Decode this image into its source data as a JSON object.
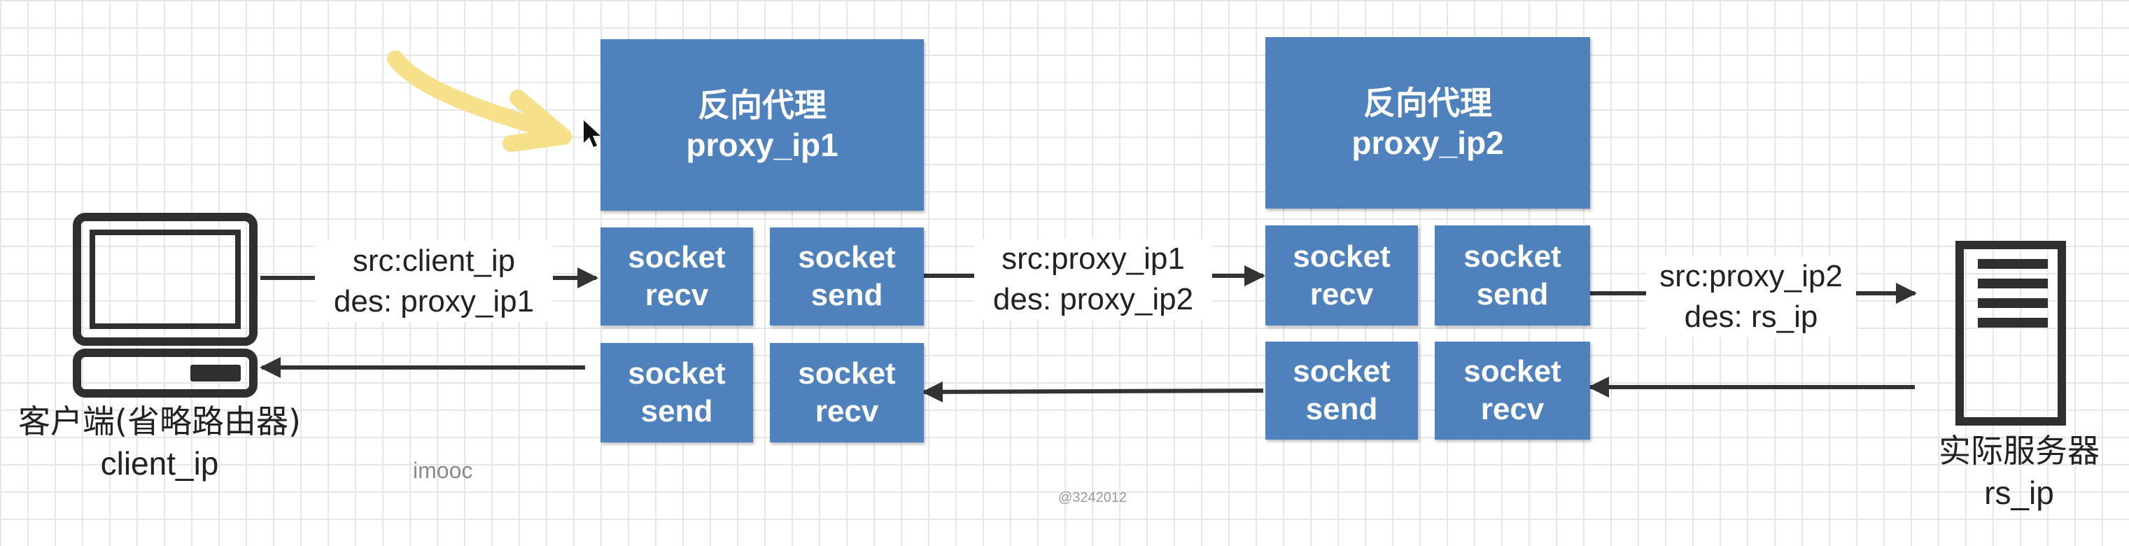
{
  "proxy1": {
    "title": "反向代理",
    "ip": "proxy_ip1"
  },
  "proxy2": {
    "title": "反向代理",
    "ip": "proxy_ip2"
  },
  "sockets": {
    "p1_recv_top": [
      "socket",
      "recv"
    ],
    "p1_send_top": [
      "socket",
      "send"
    ],
    "p1_send_bottom": [
      "socket",
      "send"
    ],
    "p1_recv_bottom": [
      "socket",
      "recv"
    ],
    "p2_recv_top": [
      "socket",
      "recv"
    ],
    "p2_send_top": [
      "socket",
      "send"
    ],
    "p2_send_bottom": [
      "socket",
      "send"
    ],
    "p2_recv_bottom": [
      "socket",
      "recv"
    ]
  },
  "labels": {
    "hop1": [
      "src:client_ip",
      "des: proxy_ip1"
    ],
    "hop2": [
      "src:proxy_ip1",
      "des: proxy_ip2"
    ],
    "hop3": [
      "src:proxy_ip2",
      "des: rs_ip"
    ]
  },
  "client": {
    "name": "客户端(省略路由器)",
    "ip": "client_ip"
  },
  "server": {
    "name": "实际服务器",
    "ip": "rs_ip"
  },
  "watermark": "imooc",
  "footer_id": "@3242012",
  "colors": {
    "box": "#4f81bd",
    "arrow": "#333333",
    "highlight": "#f7e08a"
  },
  "icons": [
    "computer-icon",
    "server-icon",
    "cursor-icon",
    "hand-drawn-arrow"
  ]
}
